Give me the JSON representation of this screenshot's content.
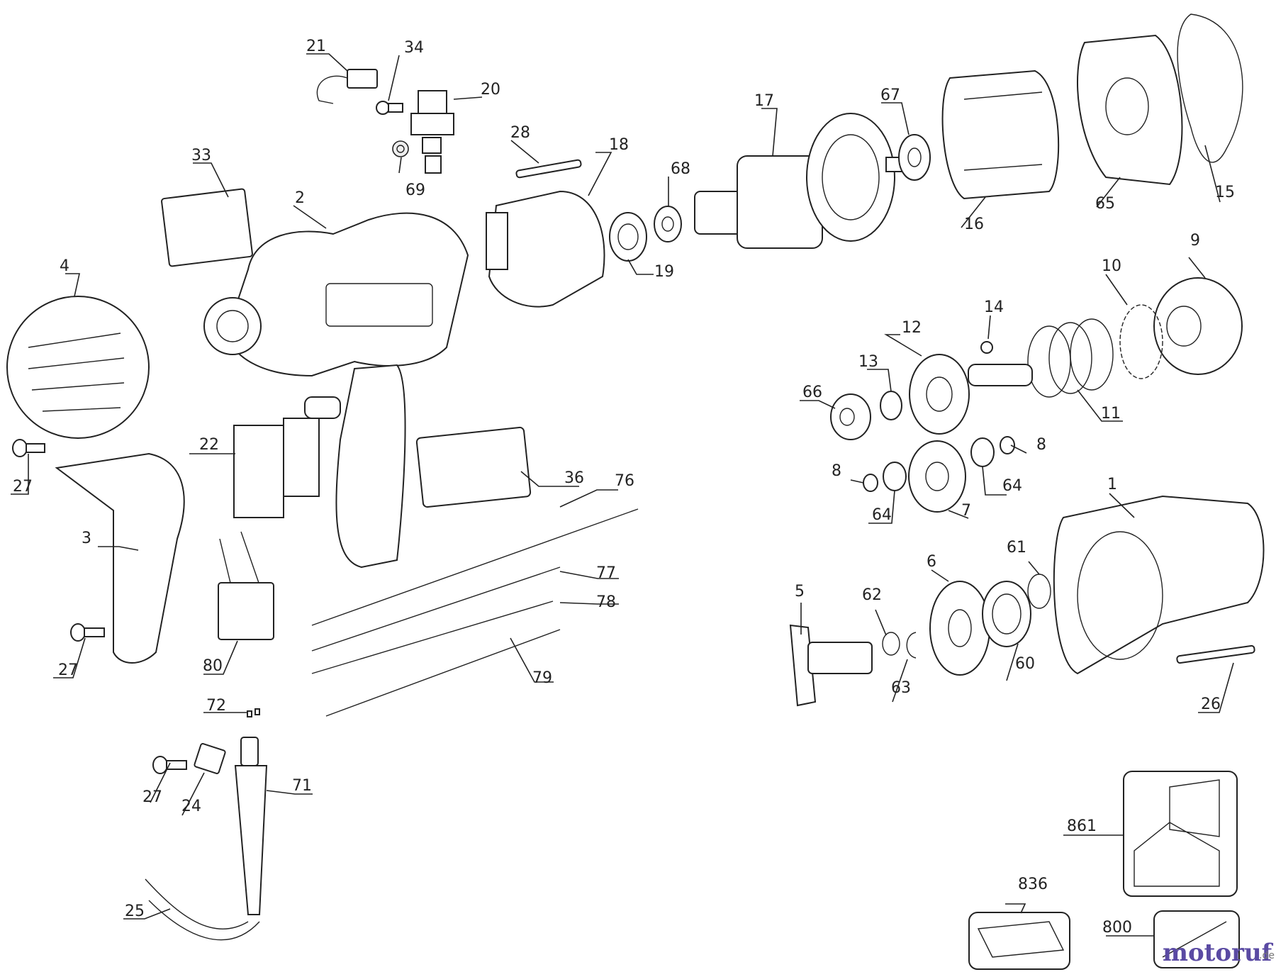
{
  "diagram": {
    "callouts": [
      {
        "key": "c21",
        "text": "21"
      },
      {
        "key": "c34",
        "text": "34"
      },
      {
        "key": "c20",
        "text": "20"
      },
      {
        "key": "c69",
        "text": "69"
      },
      {
        "key": "c33",
        "text": "33"
      },
      {
        "key": "c2",
        "text": "2"
      },
      {
        "key": "c28",
        "text": "28"
      },
      {
        "key": "c18",
        "text": "18"
      },
      {
        "key": "c68",
        "text": "68"
      },
      {
        "key": "c19",
        "text": "19"
      },
      {
        "key": "c17",
        "text": "17"
      },
      {
        "key": "c67",
        "text": "67"
      },
      {
        "key": "c16",
        "text": "16"
      },
      {
        "key": "c65",
        "text": "65"
      },
      {
        "key": "c15",
        "text": "15"
      },
      {
        "key": "c4",
        "text": "4"
      },
      {
        "key": "c27a",
        "text": "27"
      },
      {
        "key": "c3",
        "text": "3"
      },
      {
        "key": "c27b",
        "text": "27"
      },
      {
        "key": "c22",
        "text": "22"
      },
      {
        "key": "c80",
        "text": "80"
      },
      {
        "key": "c36",
        "text": "36"
      },
      {
        "key": "c76",
        "text": "76"
      },
      {
        "key": "c77",
        "text": "77"
      },
      {
        "key": "c78",
        "text": "78"
      },
      {
        "key": "c79",
        "text": "79"
      },
      {
        "key": "c72",
        "text": "72"
      },
      {
        "key": "c27c",
        "text": "27"
      },
      {
        "key": "c24",
        "text": "24"
      },
      {
        "key": "c71",
        "text": "71"
      },
      {
        "key": "c25",
        "text": "25"
      },
      {
        "key": "c9",
        "text": "9"
      },
      {
        "key": "c10",
        "text": "10"
      },
      {
        "key": "c14",
        "text": "14"
      },
      {
        "key": "c12",
        "text": "12"
      },
      {
        "key": "c13",
        "text": "13"
      },
      {
        "key": "c66",
        "text": "66"
      },
      {
        "key": "c11",
        "text": "11"
      },
      {
        "key": "c8a",
        "text": "8"
      },
      {
        "key": "c8b",
        "text": "8"
      },
      {
        "key": "c64a",
        "text": "64"
      },
      {
        "key": "c64b",
        "text": "64"
      },
      {
        "key": "c7",
        "text": "7"
      },
      {
        "key": "c1",
        "text": "1"
      },
      {
        "key": "c6",
        "text": "6"
      },
      {
        "key": "c61",
        "text": "61"
      },
      {
        "key": "c5",
        "text": "5"
      },
      {
        "key": "c62",
        "text": "62"
      },
      {
        "key": "c60",
        "text": "60"
      },
      {
        "key": "c63",
        "text": "63"
      },
      {
        "key": "c26",
        "text": "26"
      },
      {
        "key": "c861",
        "text": "861"
      },
      {
        "key": "c836",
        "text": "836"
      },
      {
        "key": "c800",
        "text": "800"
      }
    ]
  },
  "watermark": {
    "brand": "motoruf",
    "tld": ".de"
  }
}
